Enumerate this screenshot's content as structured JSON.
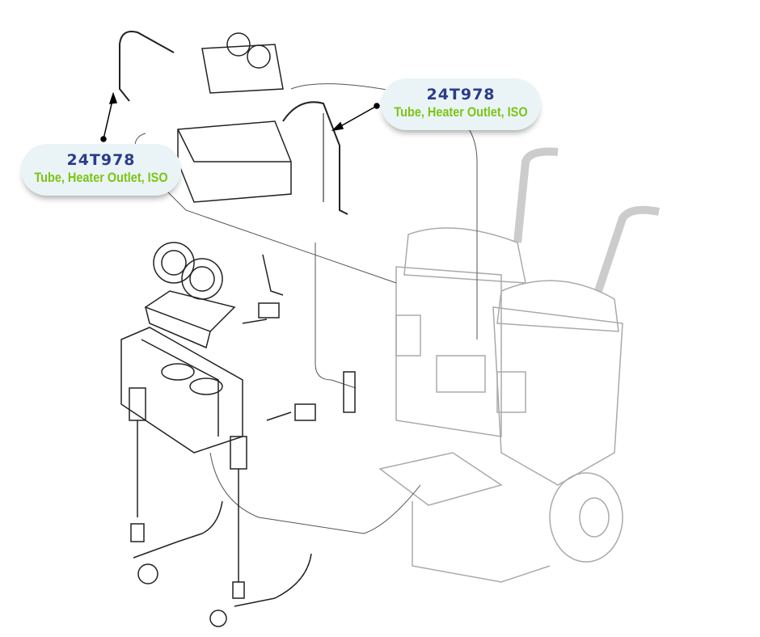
{
  "callouts": [
    {
      "part_number": "24T978",
      "description": "Tube, Heater Outlet, ISO"
    },
    {
      "part_number": "24T978",
      "description": "Tube, Heater Outlet, ISO"
    }
  ],
  "colors": {
    "part_number": "#2b3c8a",
    "description": "#7cc416",
    "callout_bg": "#eaf4f6",
    "line": "#222222",
    "ghost": "#bbbbbb"
  }
}
